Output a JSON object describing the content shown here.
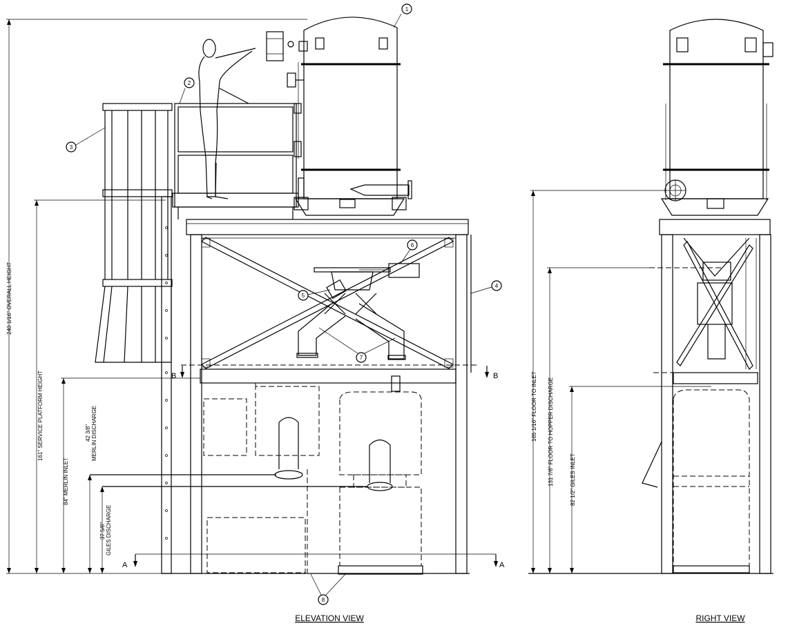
{
  "views": {
    "elevation_title": "ELEVATION VIEW",
    "right_title": "RIGHT VIEW"
  },
  "balloons": [
    "1",
    "2",
    "3",
    "4",
    "5",
    "6",
    "7",
    "8"
  ],
  "dimensions": {
    "overall_height": "240 1/16\" OVERALL HEIGHT",
    "service_platform_height": "161\" SERVICE PLATFORM HEIGHT",
    "merlin_inlet": "84\" MERLIN INLET",
    "merlin_discharge_value": "42 3/8\"",
    "merlin_discharge_label": "MERLIN DISCHARGE",
    "giles_discharge_value": "37 5/8\"",
    "giles_discharge_label": "GILES DISCHARGE",
    "floor_to_inlet": "165 1/16\" FLOOR TO INLET",
    "floor_to_hopper_discharge": "131 7/8\" FLOOR TO HOPPER DISCHARGE",
    "giles_inlet": "82 1/2\" GILES INLET"
  },
  "sections": {
    "a": "A",
    "b": "B"
  }
}
